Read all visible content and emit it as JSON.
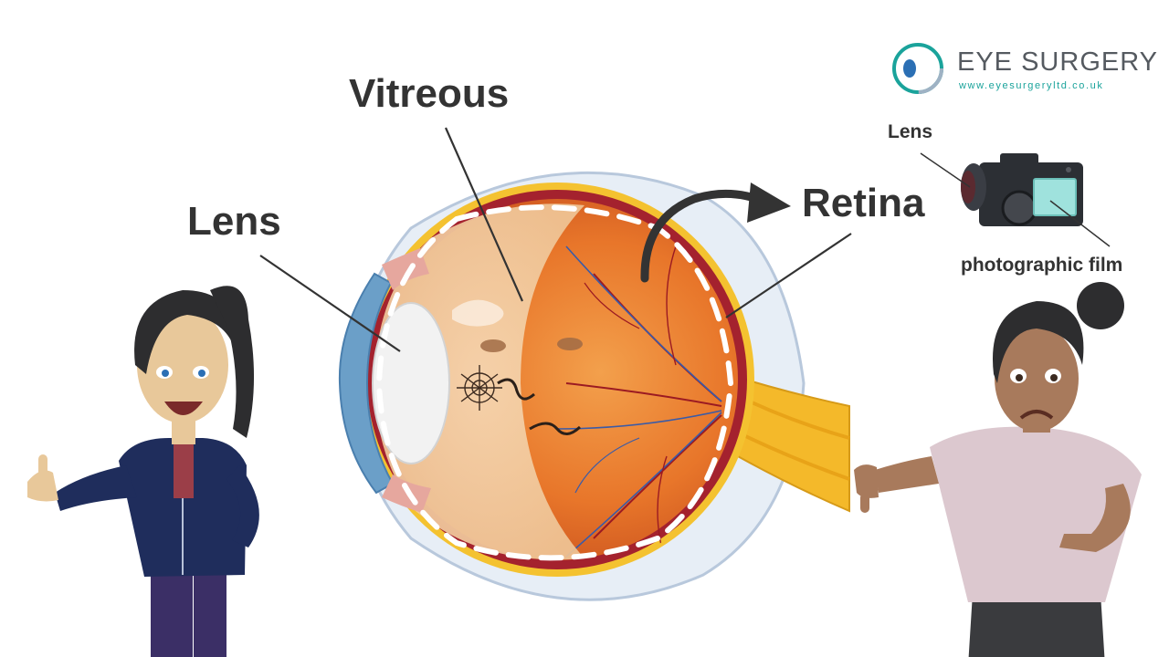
{
  "brand": {
    "name": "EYE SURGERY",
    "url": "www.eyesurgeryltd.co.uk",
    "colors": {
      "teal": "#1aa39b",
      "blue": "#2b6fb4",
      "text": "#555a60"
    }
  },
  "labels": {
    "vitreous": "Vitreous",
    "lens": "Lens",
    "retina": "Retina"
  },
  "camera": {
    "lens_label": "Lens",
    "film_label": "photographic film"
  },
  "colors": {
    "label_text": "#333333",
    "eye_inner": "#e8752a",
    "eye_wall": "#a4222e",
    "sclera": "#e9d3a0",
    "optic_nerve": "#f4b92a"
  }
}
